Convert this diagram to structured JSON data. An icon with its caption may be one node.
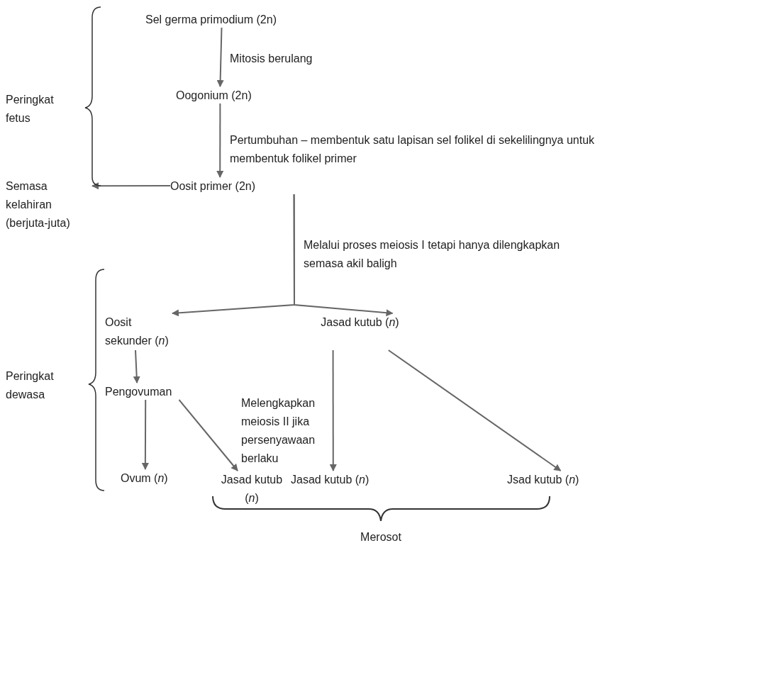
{
  "diagram": {
    "nodes": [
      {
        "text": [
          "Sel germa primodium (2n)"
        ]
      },
      {
        "text": [
          "Oogonium (2n)"
        ]
      },
      {
        "text": [
          "Oosit primer (2n)"
        ]
      },
      {
        "text": [
          "Semasa kelahiran (berjuta-juta)"
        ]
      },
      {
        "text": [
          "Oosit sekunder (*n*)"
        ]
      },
      {
        "text": [
          "Jasad kutub (*n*)"
        ]
      },
      {
        "text": [
          "Pengovuman"
        ]
      },
      {
        "text": [
          "Ovum (*n*)"
        ]
      },
      {
        "text": [
          "Jasad kutub (*n*)"
        ]
      },
      {
        "text": [
          "Jasad kutub (*n*)"
        ]
      },
      {
        "text": [
          "Jsad kutub (*n*)"
        ]
      }
    ],
    "edges": [
      {
        "from": 0,
        "to": 1,
        "arrow": "to",
        "label": "Mitosis berulang"
      },
      {
        "from": 1,
        "to": 2,
        "arrow": "to",
        "label": "Pertumbuhan – membentuk satu lapisan sel folikel di sekelilingnya untuk membentuk folikel primer"
      },
      {
        "from": 2,
        "to": 3,
        "arrow": "to"
      },
      {
        "from": 2,
        "to": 4,
        "arrow": "to"
      },
      {
        "from": 2,
        "to": 5,
        "arrow": "to"
      },
      {
        "from": 4,
        "to": 6,
        "arrow": "to"
      },
      {
        "from": 6,
        "to": 7,
        "arrow": "to"
      },
      {
        "from": 6,
        "to": 8,
        "arrow": "to"
      },
      {
        "from": 5,
        "to": 9,
        "arrow": "to"
      },
      {
        "from": 5,
        "to": 10,
        "arrow": "to"
      }
    ],
    "labels": [
      "Peringkat fetus",
      "Melalui proses meiosis I tetapi hanya dilengkapkan semasa akil baligh",
      "Peringkat dewasa",
      "Melengkapkan meiosis II jika persenyawaan berlaku",
      "Merosot"
    ]
  }
}
